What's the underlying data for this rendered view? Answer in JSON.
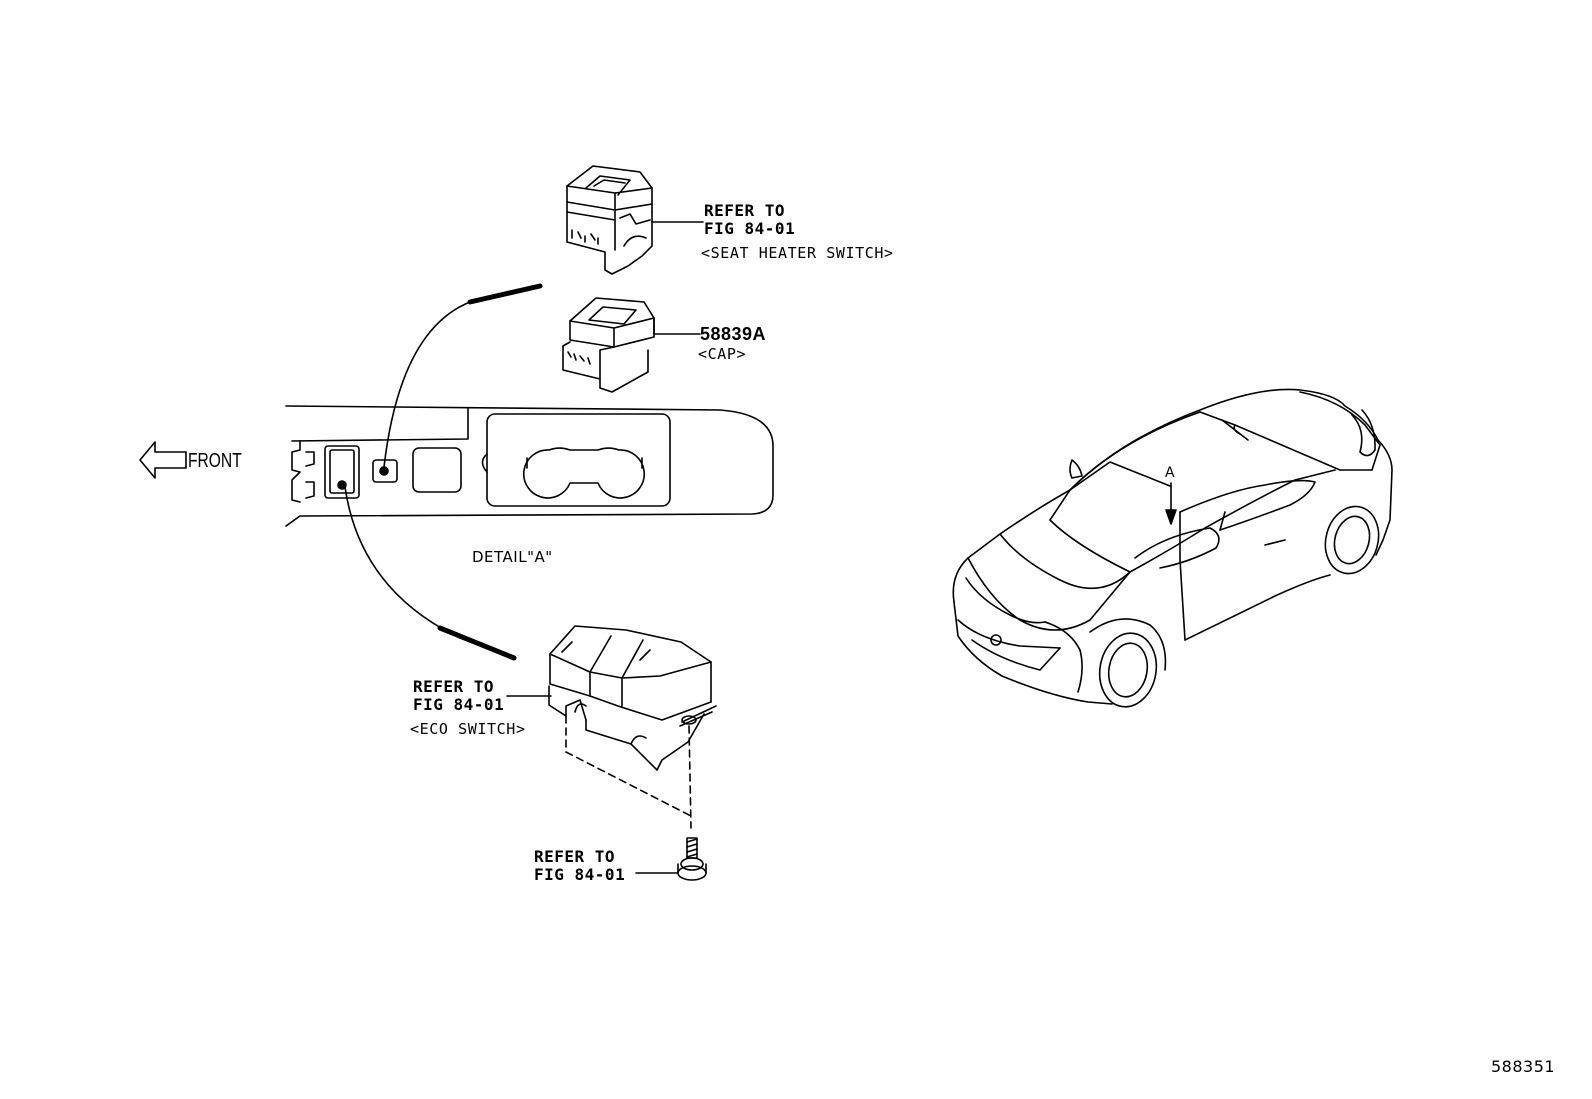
{
  "labels": {
    "front": "FRONT",
    "detail": "DETAIL\"A\"",
    "view_marker": "A",
    "figure_id": "588351"
  },
  "seat_heater_callout": {
    "line1": "REFER TO",
    "line2": "FIG 84-01",
    "line3": "<SEAT HEATER SWITCH>"
  },
  "cap_callout": {
    "part_number": "58839A",
    "name": "<CAP>"
  },
  "eco_callout": {
    "line1": "REFER TO",
    "line2": "FIG 84-01",
    "line3": "<ECO SWITCH>"
  },
  "screw_callout": {
    "line1": "REFER TO",
    "line2": "FIG 84-01"
  }
}
